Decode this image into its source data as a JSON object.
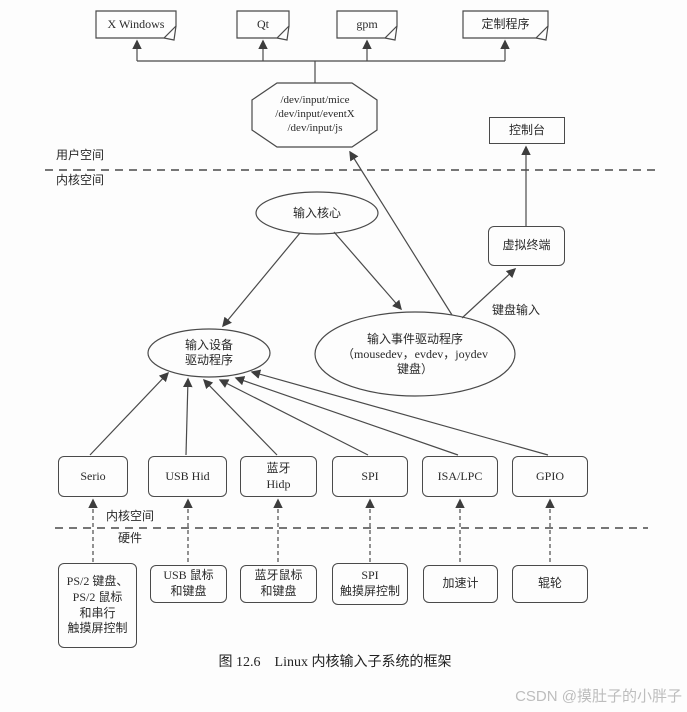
{
  "colors": {
    "line": "#4a4a4a",
    "text": "#2a2a2a",
    "watermark_text": "#bdbdbd",
    "background": "#fdfdfd"
  },
  "diagram": {
    "user_apps": [
      {
        "label": "X Windows"
      },
      {
        "label": "Qt"
      },
      {
        "label": "gpm"
      },
      {
        "label": "定制程序"
      }
    ],
    "device_nodes": {
      "lines": [
        "/dev/input/mice",
        "/dev/input/eventX",
        "/dev/input/js"
      ]
    },
    "console": {
      "label": "控制台"
    },
    "regions": {
      "user_space": "用户空间",
      "kernel_space_upper": "内核空间",
      "kernel_space_lower": "内核空间",
      "hardware": "硬件"
    },
    "input_core": {
      "label": "输入核心"
    },
    "virtual_terminal": {
      "label": "虚拟终端"
    },
    "keyboard_input_label": "键盘输入",
    "input_device_driver": {
      "lines": [
        "输入设备",
        "驱动程序"
      ]
    },
    "input_event_driver": {
      "lines": [
        "输入事件驱动程序",
        "（mousedev，evdev，joydev",
        "键盘）"
      ]
    },
    "bus_drivers": [
      {
        "lines": [
          "Serio"
        ]
      },
      {
        "lines": [
          "USB Hid"
        ]
      },
      {
        "lines": [
          "蓝牙",
          "Hidp"
        ]
      },
      {
        "lines": [
          "SPI"
        ]
      },
      {
        "lines": [
          "ISA/LPC"
        ]
      },
      {
        "lines": [
          "GPIO"
        ]
      }
    ],
    "hardware_devices": [
      {
        "lines": [
          "PS/2 键盘、",
          "PS/2 鼠标",
          "和串行",
          "触摸屏控制"
        ]
      },
      {
        "lines": [
          "USB 鼠标",
          "和键盘"
        ]
      },
      {
        "lines": [
          "蓝牙鼠标",
          "和键盘"
        ]
      },
      {
        "lines": [
          "SPI",
          "触摸屏控制"
        ]
      },
      {
        "lines": [
          "加速计"
        ]
      },
      {
        "lines": [
          "辊轮"
        ]
      }
    ]
  },
  "caption": "图 12.6　Linux 内核输入子系统的框架",
  "watermark": "CSDN @摸肚子的小胖子"
}
